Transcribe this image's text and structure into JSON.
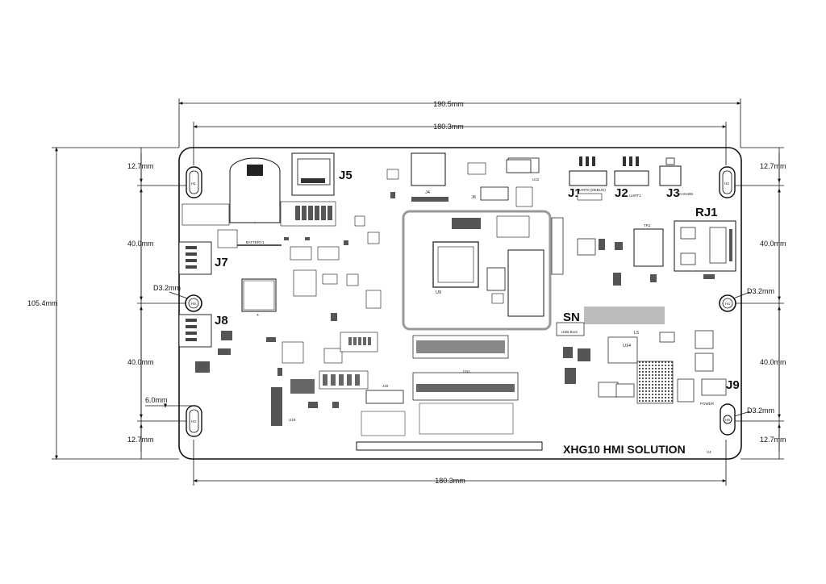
{
  "board": {
    "title": "XHG10 HMI SOLUTION",
    "version": "V4",
    "sn_label": "SN",
    "usb_boot_label": "USB Boot",
    "power_label": "POWER"
  },
  "dimensions": {
    "width_outer": "190.5mm",
    "width_inner": "180.3mm",
    "width_inner_bottom": "180.3mm",
    "height_total": "105.4mm",
    "left_top_margin": "12.7mm",
    "left_upper_span": "40.0mm",
    "left_lower_span": "40.0mm",
    "left_bottom_margin": "12.7mm",
    "left_hole_offset": "6.0mm",
    "right_top_margin": "12.7mm",
    "right_upper_span": "40.0mm",
    "right_lower_span": "40.0mm",
    "right_bottom_margin": "12.7mm",
    "hole_diameter_left": "D3.2mm",
    "hole_diameter_right_mid": "D3.2mm",
    "hole_diameter_right_bottom": "D3.2mm"
  },
  "connectors": {
    "j1": "J1",
    "j2": "J2",
    "j3": "J3",
    "j4": "J4",
    "j5": "J5",
    "j6": "J6",
    "j7": "J7",
    "j8": "J8",
    "j9": "J9",
    "j10": "J10",
    "rj1": "RJ1",
    "cn1": "CN1",
    "uart0_debug": "UART0 (DEBUG)",
    "uart1": "UART1",
    "can485": "CAN485",
    "battery": "BATTERY1",
    "tr1": "TR1"
  },
  "holes": [
    "H1",
    "H2",
    "H3",
    "H4",
    "H5",
    "H6"
  ],
  "chips": {
    "u9": "U9",
    "u12": "U12",
    "u14": "U14",
    "u18": "U18",
    "l5": "L5"
  }
}
